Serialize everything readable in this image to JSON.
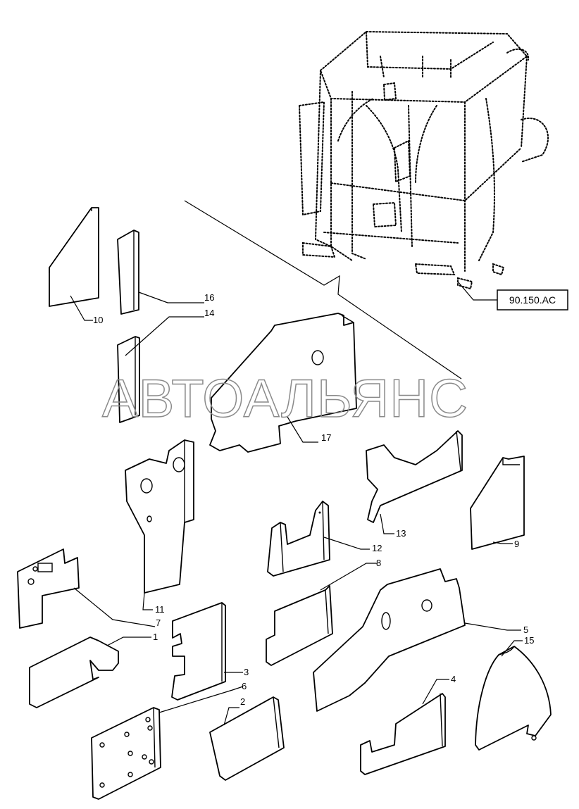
{
  "reference": {
    "label": "90.150.AC"
  },
  "watermark": {
    "text": "АВТОАЛЬЯНС"
  },
  "callouts": {
    "n1": "1",
    "n2": "2",
    "n3": "3",
    "n4": "4",
    "n5": "5",
    "n6": "6",
    "n7": "7",
    "n8": "8",
    "n9": "9",
    "n10": "10",
    "n11": "11",
    "n12": "12",
    "n13": "13",
    "n14": "14",
    "n15": "15",
    "n16": "16",
    "n17": "17"
  }
}
